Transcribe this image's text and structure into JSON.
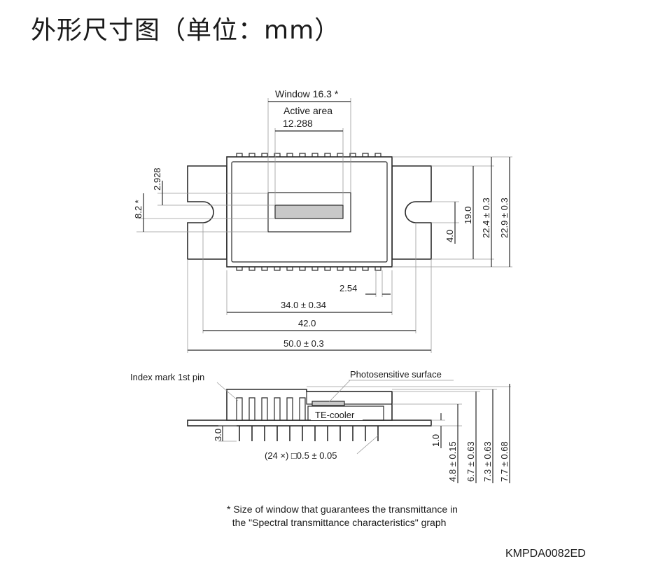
{
  "title": "外形尺寸图（单位：mm）",
  "top_view": {
    "window": "Window 16.3 *",
    "active_area_label": "Active area",
    "active_area_value": "12.288",
    "dim_2928": "2.928",
    "dim_82": "8.2 *",
    "dim_40": "4.0",
    "dim_190": "19.0",
    "dim_224": "22.4 ± 0.3",
    "dim_229": "22.9 ± 0.3",
    "dim_254": "2.54",
    "dim_340": "34.0 ± 0.34",
    "dim_420": "42.0",
    "dim_500": "50.0 ± 0.3"
  },
  "side_view": {
    "index_mark": "Index mark 1st pin",
    "photosensitive": "Photosensitive surface",
    "te_cooler": "TE-cooler",
    "dim_30": "3.0",
    "pins": "(24 ×) □0.5 ± 0.05",
    "dim_10": "1.0",
    "dim_48": "4.8 ± 0.15",
    "dim_67": "6.7 ± 0.63",
    "dim_73": "7.3 ± 0.63",
    "dim_77": "7.7 ± 0.68"
  },
  "footnote": {
    "line1": "* Size of window that guarantees the transmittance in",
    "line2": "  the \"Spectral transmittance characteristics\" graph"
  },
  "doc_code": "KMPDA0082ED"
}
